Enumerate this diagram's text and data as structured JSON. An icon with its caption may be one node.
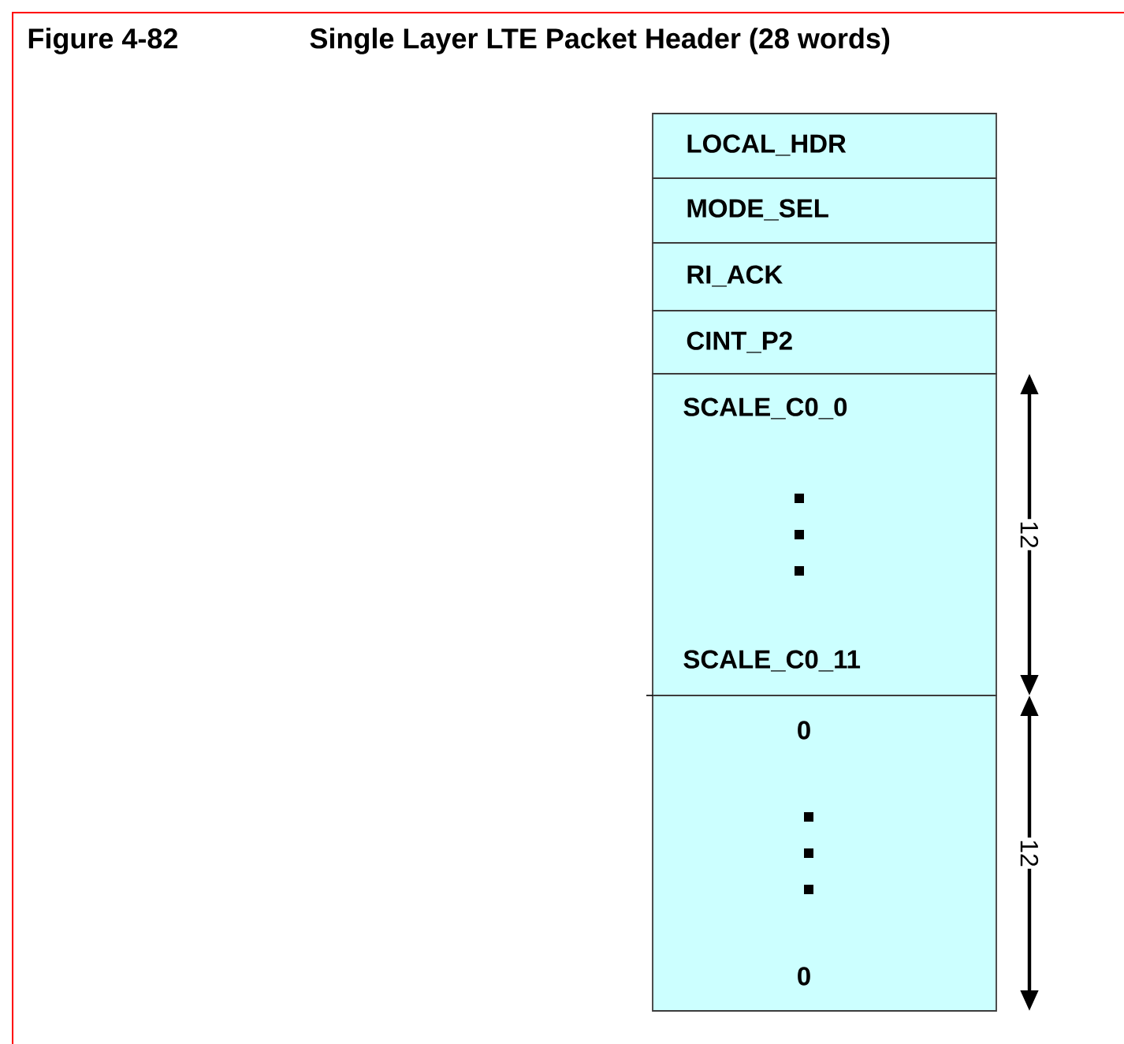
{
  "diagram": {
    "title": "Single Layer LTE Packet Header (28 words)",
    "nodes": [
      {
        "text": [
          "LOCAL_HDR"
        ]
      },
      {
        "text": [
          "MODE_SEL"
        ]
      },
      {
        "text": [
          "RI_ACK"
        ]
      },
      {
        "text": [
          "CINT_P2"
        ]
      },
      {
        "text": [
          "SCALE_C0_0",
          "SCALE_C0_11"
        ]
      },
      {
        "text": [
          "0",
          "0"
        ]
      }
    ],
    "labels": [
      "Figure 4-82",
      "12",
      "12"
    ]
  }
}
